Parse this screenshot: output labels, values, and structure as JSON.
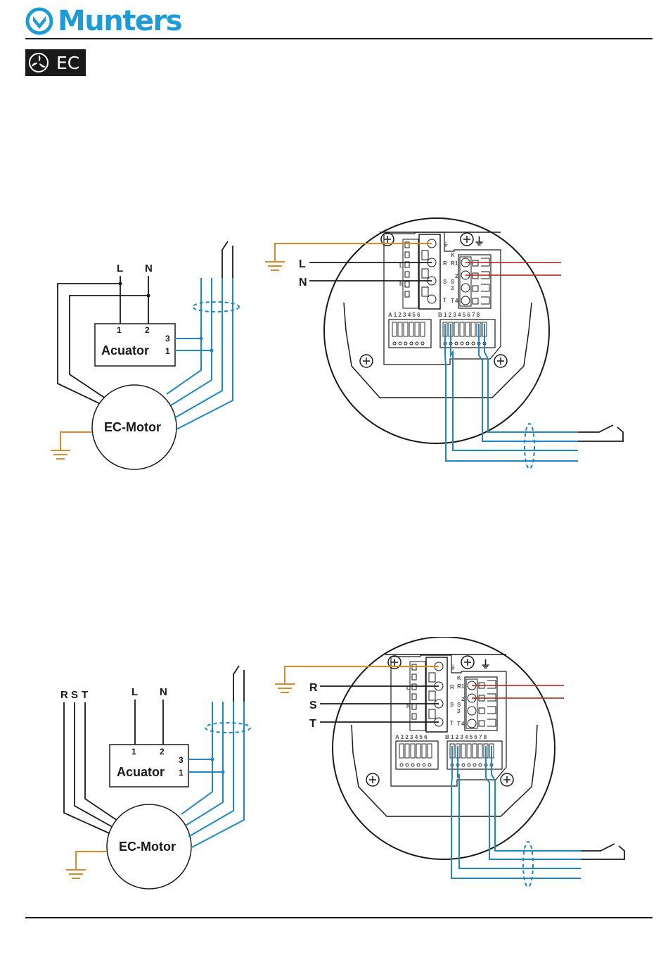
{
  "brand": {
    "name": "Munters",
    "color": "#1e9ad6"
  },
  "badge": {
    "text": "EC"
  },
  "colors": {
    "blue": "#1f88c2",
    "orange": "#d98a2b",
    "red": "#b7382f",
    "black": "#1a1a1a"
  },
  "diagram1": {
    "supply_labels": [
      "L",
      "N"
    ],
    "actuator": {
      "name": "Acuator",
      "pins": [
        "1",
        "2",
        "3",
        "1"
      ]
    },
    "motor": "EC-Motor",
    "terminal_labels": [
      "L",
      "N"
    ]
  },
  "diagram2": {
    "supply_labels": [
      "R",
      "S",
      "T"
    ],
    "actuator_supply": [
      "L",
      "N"
    ],
    "actuator": {
      "name": "Acuator",
      "pins": [
        "1",
        "2",
        "3",
        "1"
      ]
    },
    "motor": "EC-Motor",
    "terminal_labels": [
      "R",
      "S",
      "T"
    ]
  },
  "terminal_block": {
    "power_marks": [
      "L",
      "R",
      "N",
      "S",
      "T"
    ],
    "relay_marks": [
      "K",
      "R",
      "1",
      "2",
      "S",
      "3",
      "T",
      "4"
    ],
    "row_a": "A 1 2 3 4 5 6",
    "row_b": "B 1 2 3 4 5 6 7 8"
  }
}
